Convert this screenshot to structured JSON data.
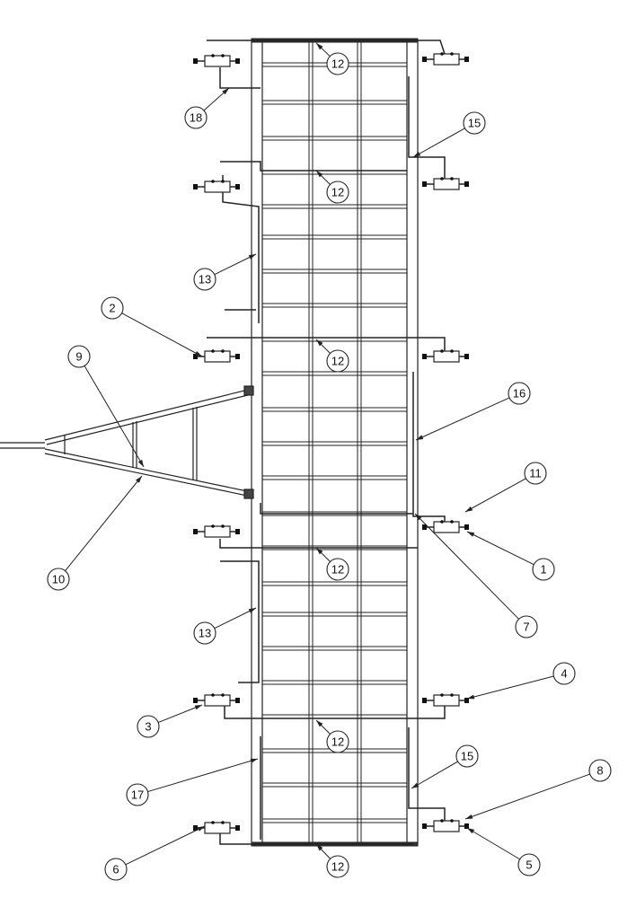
{
  "diagram": {
    "callouts": [
      {
        "id": "c12a",
        "label": "12"
      },
      {
        "id": "c18",
        "label": "18"
      },
      {
        "id": "c15a",
        "label": "15"
      },
      {
        "id": "c12b",
        "label": "12"
      },
      {
        "id": "c13a",
        "label": "13"
      },
      {
        "id": "c2",
        "label": "2"
      },
      {
        "id": "c9",
        "label": "9"
      },
      {
        "id": "c12c",
        "label": "12"
      },
      {
        "id": "c16",
        "label": "16"
      },
      {
        "id": "c11",
        "label": "11"
      },
      {
        "id": "c10",
        "label": "10"
      },
      {
        "id": "c1",
        "label": "1"
      },
      {
        "id": "c12d",
        "label": "12"
      },
      {
        "id": "c7",
        "label": "7"
      },
      {
        "id": "c13b",
        "label": "13"
      },
      {
        "id": "c4",
        "label": "4"
      },
      {
        "id": "c3",
        "label": "3"
      },
      {
        "id": "c12e",
        "label": "12"
      },
      {
        "id": "c15b",
        "label": "15"
      },
      {
        "id": "c8",
        "label": "8"
      },
      {
        "id": "c17",
        "label": "17"
      },
      {
        "id": "c6",
        "label": "6"
      },
      {
        "id": "c5",
        "label": "5"
      },
      {
        "id": "c12f",
        "label": "12"
      }
    ]
  }
}
